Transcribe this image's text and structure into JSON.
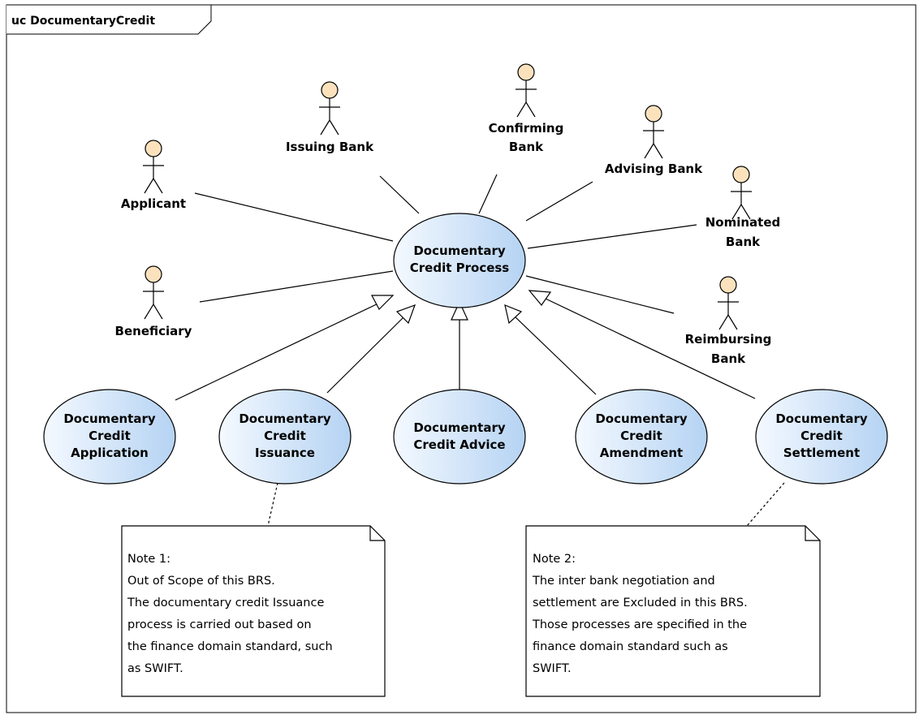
{
  "frame": {
    "title": "uc DocumentaryCredit"
  },
  "actors": [
    {
      "id": "applicant",
      "lines": [
        "Applicant"
      ]
    },
    {
      "id": "issuing-bank",
      "lines": [
        "Issuing Bank"
      ]
    },
    {
      "id": "confirming-bank",
      "lines": [
        "Confirming",
        "Bank"
      ]
    },
    {
      "id": "advising-bank",
      "lines": [
        "Advising Bank"
      ]
    },
    {
      "id": "nominated-bank",
      "lines": [
        "Nominated",
        "Bank"
      ]
    },
    {
      "id": "beneficiary",
      "lines": [
        "Beneficiary"
      ]
    },
    {
      "id": "reimbursing-bank",
      "lines": [
        "Reimbursing",
        "Bank"
      ]
    }
  ],
  "use_cases": [
    {
      "id": "process",
      "lines": [
        "Documentary",
        "Credit Process"
      ]
    },
    {
      "id": "application",
      "lines": [
        "Documentary",
        "Credit",
        "Application"
      ]
    },
    {
      "id": "issuance",
      "lines": [
        "Documentary",
        "Credit",
        "Issuance"
      ]
    },
    {
      "id": "advice",
      "lines": [
        "Documentary",
        "Credit Advice"
      ]
    },
    {
      "id": "amendment",
      "lines": [
        "Documentary",
        "Credit",
        "Amendment"
      ]
    },
    {
      "id": "settlement",
      "lines": [
        "Documentary",
        "Credit",
        "Settlement"
      ]
    }
  ],
  "notes": [
    {
      "id": "note-1",
      "lines": [
        "Note 1:",
        "Out of Scope of this BRS.",
        "The documentary credit Issuance",
        "process is carried out based on",
        "the finance domain standard, such",
        "as SWIFT."
      ]
    },
    {
      "id": "note-2",
      "lines": [
        "Note 2:",
        "The inter bank negotiation and",
        "settlement are Excluded in this BRS.",
        "Those processes are specified in the",
        "finance domain standard such as",
        "SWIFT."
      ]
    }
  ],
  "colors": {
    "actor_head": "#fbe2bd",
    "usecase_light": "#f4f9ff",
    "usecase_dark": "#b5d3f3",
    "stroke": "#000000"
  }
}
